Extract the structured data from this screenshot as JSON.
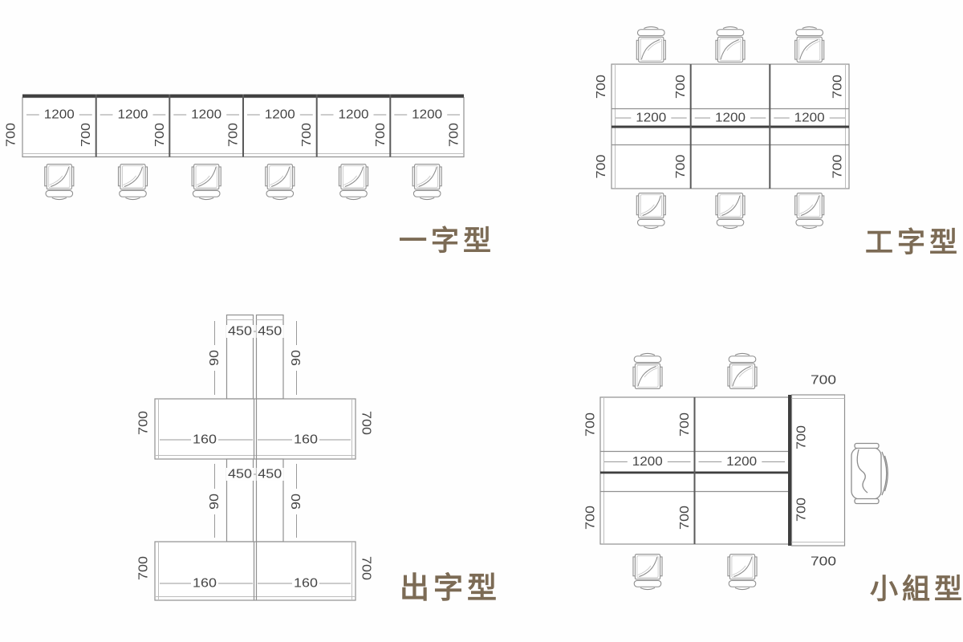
{
  "colors": {
    "background": "#fefefe",
    "line": "#909090",
    "line_dark": "#4a4a4a",
    "dimension_text": "#454545",
    "section_label": "#7c6b55"
  },
  "diagrams": {
    "yi": {
      "label": "一字型",
      "desk_width": "1200",
      "desk_depth": "700"
    },
    "gong": {
      "label": "工字型",
      "desk_width": "1200",
      "desk_depth": "700"
    },
    "chu": {
      "label": "出字型",
      "spine_width": "450",
      "spine_thickness": "90",
      "desk_width": "160",
      "desk_depth": "700"
    },
    "xiaozu": {
      "label": "小組型",
      "desk_width": "1200",
      "desk_depth": "700",
      "side_desk_width": "700",
      "side_desk_depth": "700"
    }
  }
}
